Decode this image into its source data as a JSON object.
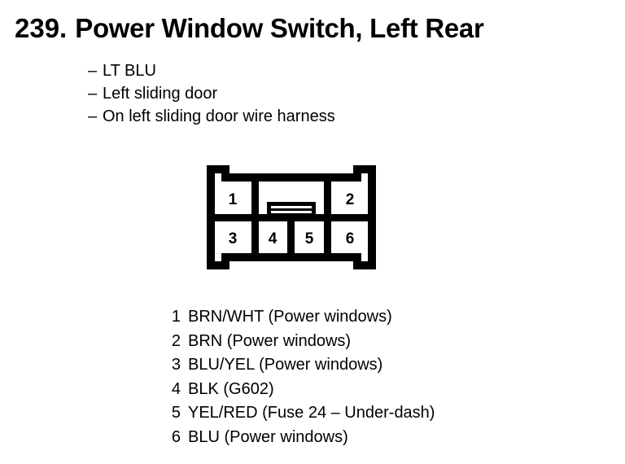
{
  "page": {
    "background_color": "#ffffff",
    "ink_color": "#000000"
  },
  "header": {
    "item_number": "239.",
    "title": "Power Window Switch, Left Rear"
  },
  "subnotes": {
    "dash": "–",
    "items": [
      {
        "label": "LT BLU"
      },
      {
        "label": "Left sliding door"
      },
      {
        "label": "On left sliding door wire harness"
      }
    ]
  },
  "connector": {
    "name": "6-pin connector view",
    "top_row_pins": [
      "1",
      "2"
    ],
    "bottom_row_pins": [
      "3",
      "4",
      "5",
      "6"
    ],
    "pin_labels": [
      "1",
      "2",
      "3",
      "4",
      "5",
      "6"
    ]
  },
  "legend": {
    "rows": [
      {
        "pin": "1",
        "description": "BRN/WHT (Power windows)"
      },
      {
        "pin": "2",
        "description": "BRN (Power windows)"
      },
      {
        "pin": "3",
        "description": "BLU/YEL (Power windows)"
      },
      {
        "pin": "4",
        "description": "BLK (G602)"
      },
      {
        "pin": "5",
        "description": "YEL/RED (Fuse 24 – Under-dash)"
      },
      {
        "pin": "6",
        "description": "BLU (Power windows)"
      }
    ]
  }
}
